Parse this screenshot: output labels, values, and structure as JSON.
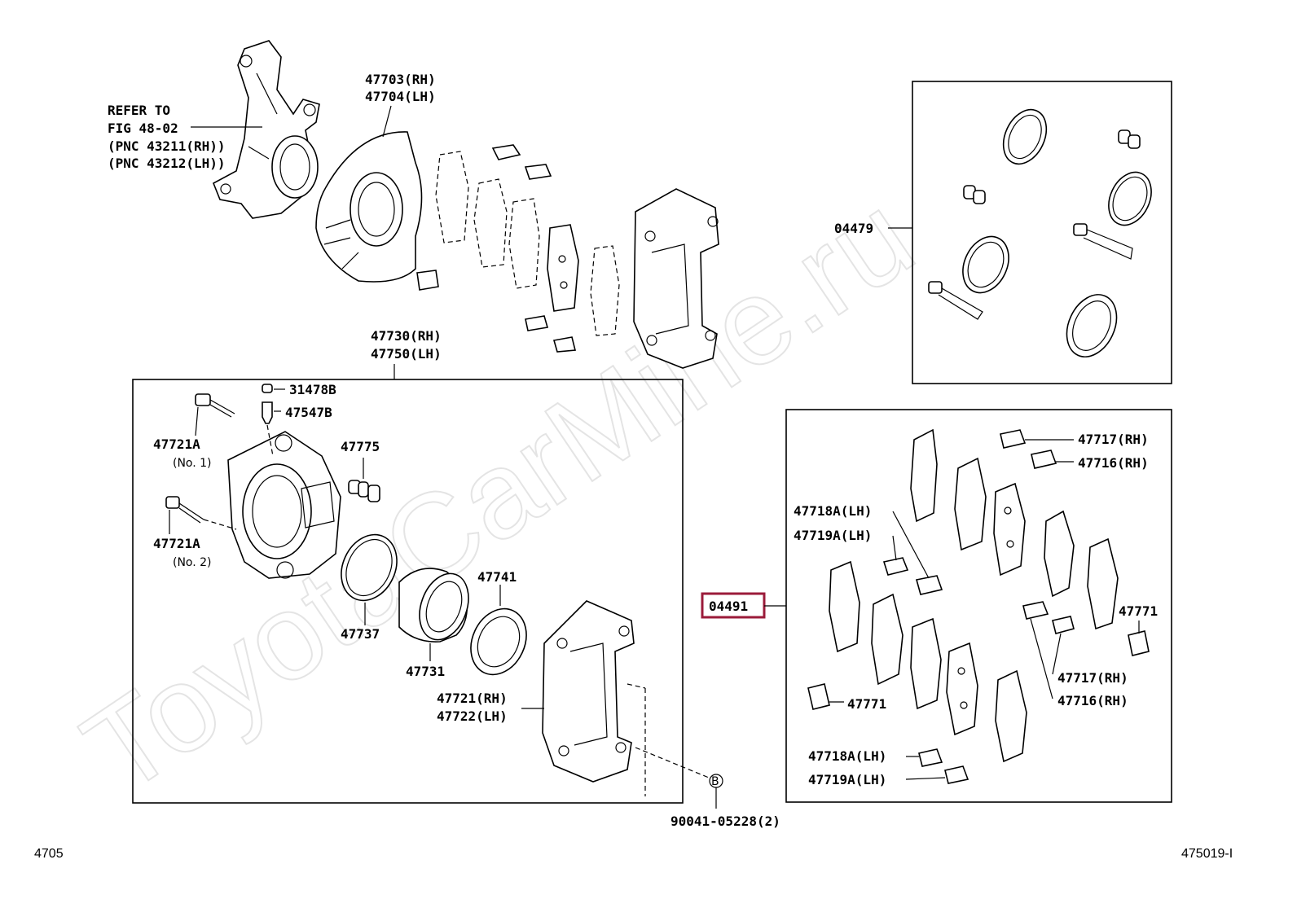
{
  "watermark": "ToyotaCarMine.ru",
  "page_number_left": "4705",
  "figure_code_right": "475019-I",
  "knuckle_note": [
    "REFER TO",
    "FIG 48-02",
    "(PNC 43211(RH))",
    "(PNC 43212(LH))"
  ],
  "dust_cover": [
    "47703(RH)",
    "47704(LH)"
  ],
  "caliper_assy": [
    "47730(RH)",
    "47750(LH)"
  ],
  "caliper_box": {
    "bleeder_cap": "31478B",
    "bleeder_plug": "47547B",
    "slide_pin_1": "47721A",
    "slide_pin_1_note": "(No. 1)",
    "slide_pin_2": "47721A",
    "slide_pin_2_note": "(No. 2)",
    "boot": "47775",
    "seal": "47737",
    "piston": "47731",
    "piston_boot": "47741",
    "mounting": [
      "47721(RH)",
      "47722(LH)"
    ]
  },
  "bolt_ref_marker": "B",
  "bolt_part": "90041-05228(2)",
  "seal_kit": "04479",
  "pad_kit": "04491",
  "pad_box": {
    "anti_squeal_top_1": "47717(RH)",
    "anti_squeal_top_2": "47716(RH)",
    "clip_lh_1": "47718A(LH)",
    "clip_lh_2": "47719A(LH)",
    "indicator_right": "47771",
    "anti_squeal_mid_1": "47717(RH)",
    "anti_squeal_mid_2": "47716(RH)",
    "indicator_left": "47771",
    "clip_bottom_1": "47718A(LH)",
    "clip_bottom_2": "47719A(LH)"
  }
}
